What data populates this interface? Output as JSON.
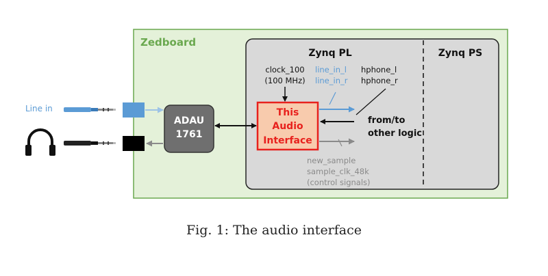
{
  "colors": {
    "board_fill": "#e4f1d9",
    "board_border": "#6aa84f",
    "board_title": "#6aa84f",
    "zynq_fill": "#d9d9d9",
    "adau_fill": "#6f6f6f",
    "audio_fill": "#f8cbad",
    "audio_border": "#e8211d",
    "blue": "#5b9bd5",
    "gray_text": "#8a8a8a"
  },
  "board": {
    "title": "Zedboard"
  },
  "zynq_pl": {
    "title": "Zynq PL"
  },
  "zynq_ps": {
    "title": "Zynq PS"
  },
  "line_in": {
    "label": "Line in"
  },
  "adau": {
    "line1": "ADAU",
    "line2": "1761"
  },
  "audio_interface": {
    "line1": "This",
    "line2": "Audio",
    "line3": "Interface"
  },
  "clock": {
    "line1": "clock_100",
    "line2": "(100 MHz)"
  },
  "line_in_signals": {
    "left": "line_in_l",
    "right": "line_in_r"
  },
  "hphone_signals": {
    "left": "hphone_l",
    "right": "hphone_r"
  },
  "other_logic": {
    "line1": "from/to",
    "line2": "other logic"
  },
  "control_signals": {
    "line1": "new_sample",
    "line2": "sample_clk_48k",
    "line3": "(control signals)"
  },
  "caption": "Fig. 1: The audio interface"
}
